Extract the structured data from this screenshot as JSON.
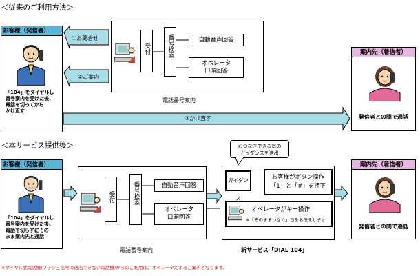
{
  "sections": {
    "old_method": "＜従来のご利用方法＞",
    "new_service": "＜本サービス提供後＞"
  },
  "caller": {
    "title": "お客様（発信者）",
    "old_note_lines": [
      "「104」をダイヤルし",
      "番号案内を受けた後、",
      "電話を切ってから",
      "かけ直す"
    ],
    "new_note_lines": [
      "「104」をダイヤルし",
      "番号案内を受けた後、",
      "電話を切らずにその",
      "まま案内先と通話"
    ]
  },
  "receiver": {
    "title": "案内先（着信者）",
    "caption": "発信者との間で通話"
  },
  "old_flow": {
    "arrow1": "①お問合せ",
    "arrow2": "②ご案内",
    "arrow3": "③かけ直す",
    "uketsuke": "受付",
    "bango_kensaku": "番号検索",
    "auto_voice": "自動音声回答",
    "operator_lines": [
      "オペレータ",
      "口頭回答"
    ],
    "center_label": "電話番号案内"
  },
  "new_flow": {
    "uketsuke": "受付",
    "bango_kensaku": "番号検索",
    "auto_voice": "自動音声回答",
    "operator_lines": [
      "オペレータ",
      "口頭回答"
    ],
    "center_label": "電話番号案内",
    "bubble_lines": [
      "おつなぎできる旨の",
      "ガイダンスを送出"
    ],
    "guidance": "ガイダンス",
    "button_op_line1": "お客様がボタン操作",
    "button_op_line2": "「1」と「#」を押下",
    "op_key": "オペレータがキー操作",
    "op_key_note": "※「そのままつなぐ」旨をお伝えします",
    "service_label": "新サービス「DIAL 104」"
  },
  "footnote": "※ダイヤル式電話機(プッシュ信号の送出できない電話機)からのご利用は、オペレータによるご案内となります。",
  "colors": {
    "header_blue": "#5ab5d8",
    "receiver_header": "#e6b8e0",
    "arrow_fill": "#a8dde8",
    "footnote_red": "#d02020"
  }
}
